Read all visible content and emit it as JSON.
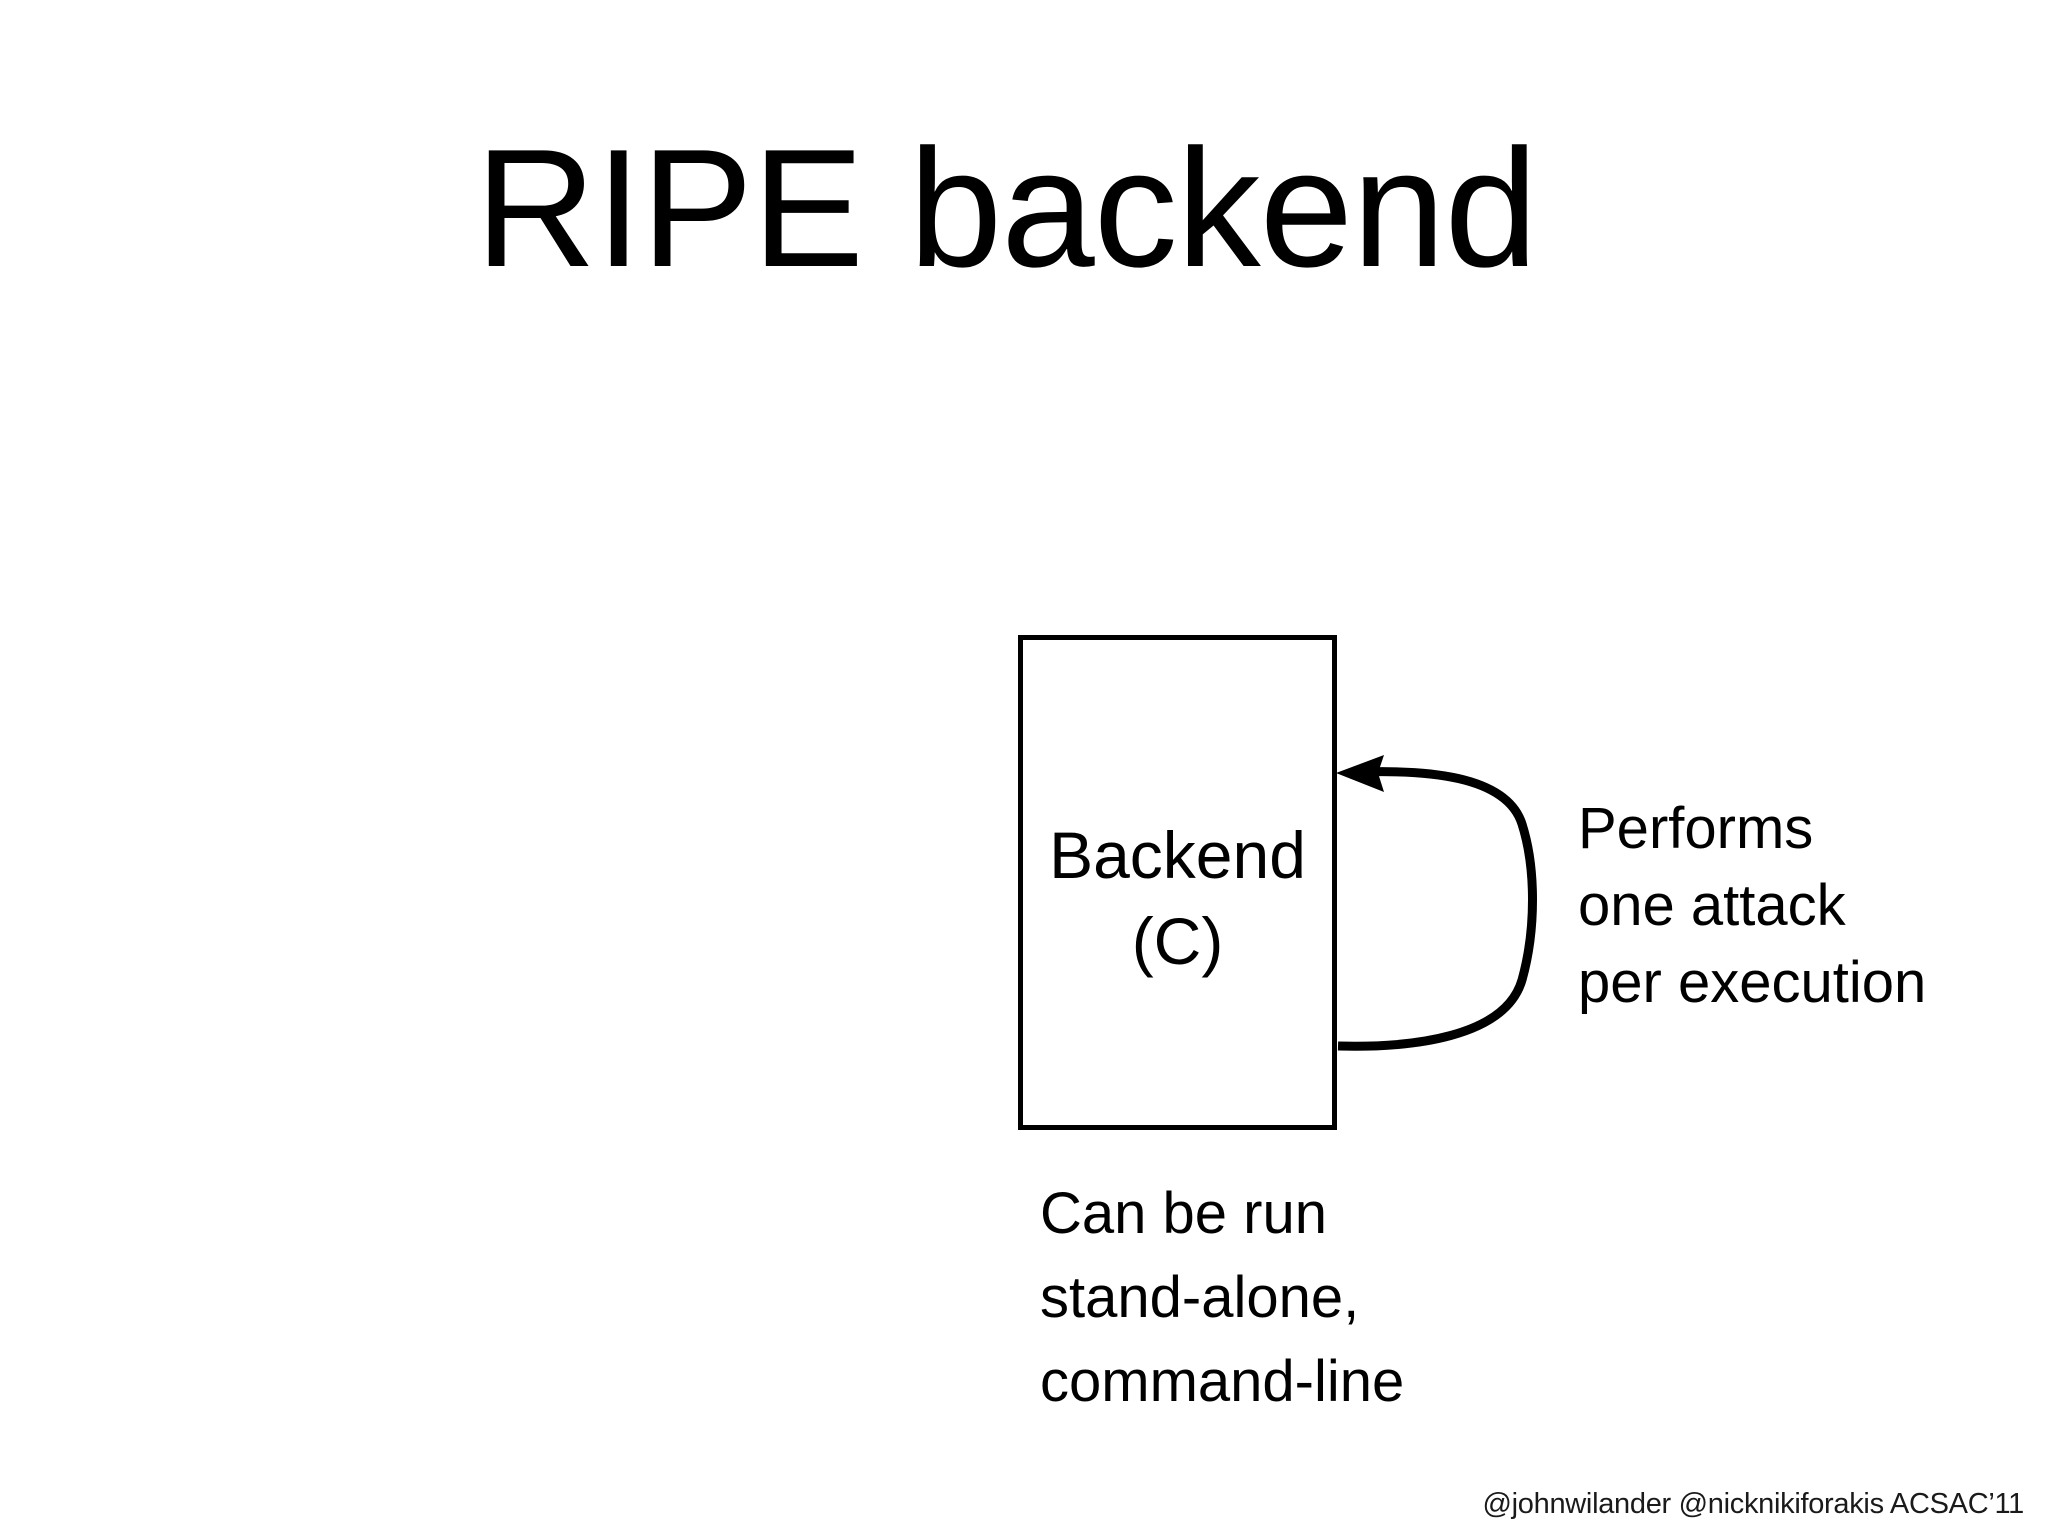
{
  "slide": {
    "title": "RIPE backend",
    "background_color": "#ffffff",
    "text_color": "#000000"
  },
  "diagram": {
    "box": {
      "label_line1": "Backend",
      "label_line2": "(C)",
      "border_color": "#000000",
      "fill_color": "#ffffff"
    },
    "self_loop": {
      "icon": "loop-arrow-icon",
      "stroke_color": "#000000",
      "annotation_line1": "Performs",
      "annotation_line2": "one attack",
      "annotation_line3": "per execution"
    },
    "box_annotation": {
      "line1": "Can be run",
      "line2": "stand-alone,",
      "line3": "command-line"
    }
  },
  "footer": {
    "credit": "@johnwilander @nicknikiforakis ACSAC’11"
  }
}
